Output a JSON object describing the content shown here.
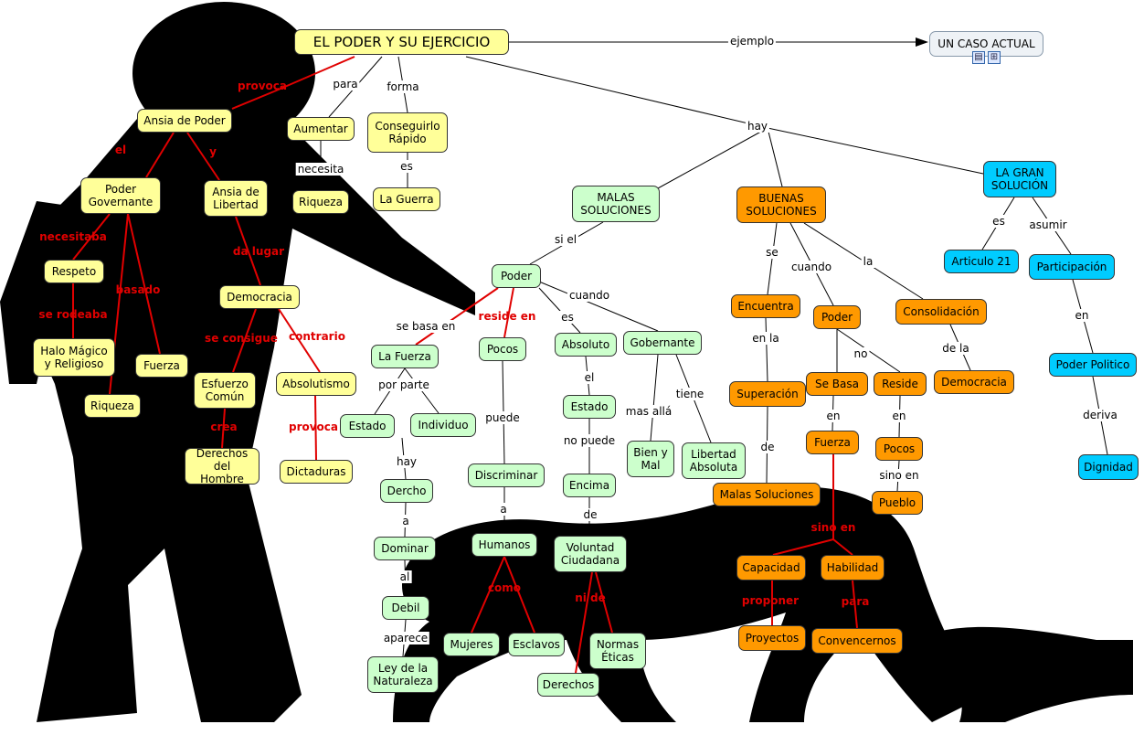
{
  "colors": {
    "yellow": "#ffff99",
    "green": "#ccffcc",
    "orange": "#ff9900",
    "blue": "#00ccff",
    "red_link": "#e00000",
    "black_link": "#000000"
  },
  "icons": [
    "document-icon",
    "concept-map-icon"
  ],
  "nodes": {
    "root": "EL PODER Y SU EJERCICIO",
    "caso": "UN CASO ACTUAL",
    "ansia_poder": "Ansia de Poder",
    "aumentar": "Aumentar",
    "conseguirlo": "Conseguirlo\nRápido",
    "poder_gov": "Poder\nGovernante",
    "ansia_libertad": "Ansia de\nLibertad",
    "riqueza_top": "Riqueza",
    "la_guerra": "La Guerra",
    "respeto": "Respeto",
    "democracia_y": "Democracia",
    "halo": "Halo Mágico\ny Religioso",
    "fuerza_y": "Fuerza",
    "esfuerzo": "Esfuerzo\nComún",
    "absolutismo": "Absolutismo",
    "riqueza_low": "Riqueza",
    "derechos_hombre": "Derechos\ndel Hombre",
    "dictaduras": "Dictaduras",
    "malas": "MALAS\nSOLUCIONES",
    "poder_g": "Poder",
    "la_fuerza": "La Fuerza",
    "pocos_g": "Pocos",
    "absoluto": "Absoluto",
    "gobernante": "Gobernante",
    "estado_l": "Estado",
    "individuo": "Individuo",
    "estado_m": "Estado",
    "bien_mal": "Bien y\nMal",
    "libertad_abs": "Libertad\nAbsoluta",
    "dercho": "Dercho",
    "discriminar": "Discriminar",
    "encima": "Encima",
    "dominar": "Dominar",
    "humanos": "Humanos",
    "voluntad": "Voluntad\nCiudadana",
    "debil": "Debil",
    "mujeres": "Mujeres",
    "esclavos": "Esclavos",
    "normas": "Normas\nÉticas",
    "ley": "Ley de la\nNaturaleza",
    "derechos": "Derechos",
    "buenas": "BUENAS\nSOLUCIONES",
    "encuentra": "Encuentra",
    "poder_o": "Poder",
    "consolidacion": "Consolidación",
    "superacion": "Superación",
    "se_basa": "Se Basa",
    "reside": "Reside",
    "democracia_o": "Democracia",
    "fuerza_o": "Fuerza",
    "pocos_o": "Pocos",
    "malas_sol": "Malas Soluciones",
    "pueblo": "Pueblo",
    "capacidad": "Capacidad",
    "habilidad": "Habilidad",
    "proyectos": "Proyectos",
    "convencernos": "Convencernos",
    "gran": "LA GRAN\nSOLUCIÓN",
    "articulo": "Articulo 21",
    "participacion": "Participación",
    "poder_politico": "Poder Politico",
    "dignidad": "Dignidad"
  },
  "labels": {
    "ejemplo": "ejemplo",
    "provoca_top": "provoca",
    "para": "para",
    "forma": "forma",
    "hay_top": "hay",
    "el": "el",
    "y": "y",
    "necesita": "necesita",
    "es_top": "es",
    "necesitaba": "necesitaba",
    "da_lugar": "da lugar",
    "basado": "basado",
    "se_rodeaba": "se rodeaba",
    "se_consigue": "se consigue",
    "contrario": "contrario",
    "crea": "crea",
    "provoca_low": "provoca",
    "si_el": "si el",
    "se_basa_en": "se basa en",
    "reside_en": "reside en",
    "es_g": "es",
    "cuando_g": "cuando",
    "por_parte": "por parte",
    "el_g": "el",
    "mas_alla": "mas allá",
    "tiene": "tiene",
    "hay_g": "hay",
    "puede": "puede",
    "no_puede": "no puede",
    "a1": "a",
    "a2": "a",
    "de_g": "de",
    "al": "al",
    "como": "como",
    "ni_de": "ni de",
    "aparece": "aparece",
    "se_o": "se",
    "cuando_o": "cuando",
    "la_o": "la",
    "en_la": "en la",
    "no_o": "no",
    "de_la": "de la",
    "en_o1": "en",
    "en_o2": "en",
    "de_o": "de",
    "sino_en_o": "sino en",
    "sino_en": "sino en",
    "proponer": "proponer",
    "para_o": "para",
    "es_b": "es",
    "asumir": "asumir",
    "en_b": "en",
    "deriva": "deriva"
  }
}
